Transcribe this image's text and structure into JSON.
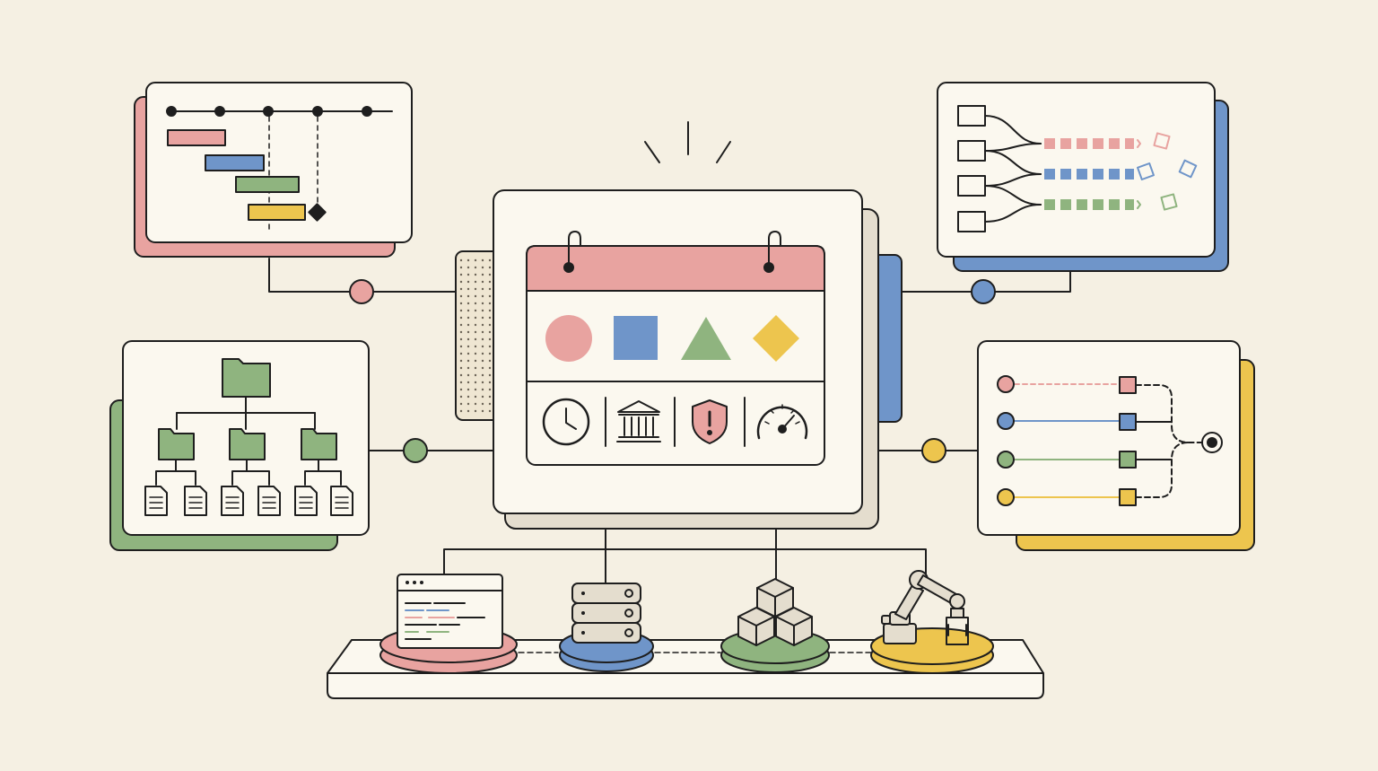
{
  "colors": {
    "background": "#f5f0e3",
    "panel": "#fbf8ef",
    "ink": "#1e1e1e",
    "red": "#e8a3a0",
    "blue": "#6f95c9",
    "green": "#8fb47f",
    "yellow": "#edc54e",
    "shadow": "#e4ddce"
  },
  "panels": {
    "gantt": {
      "accent": "red",
      "icon": "gantt-timeline-icon"
    },
    "pipeline": {
      "accent": "blue",
      "icon": "data-pipeline-icon"
    },
    "folder_tree": {
      "accent": "green",
      "icon": "folder-tree-icon"
    },
    "workflow": {
      "accent": "yellow",
      "icon": "workflow-merge-icon"
    }
  },
  "center_panel": {
    "icon": "calendar-icon",
    "shapes": [
      "circle-icon",
      "square-icon",
      "triangle-icon",
      "diamond-icon"
    ],
    "tools": [
      "clock-icon",
      "bank-icon",
      "shield-alert-icon",
      "gauge-icon"
    ]
  },
  "platform": {
    "modules": [
      "code-window-icon",
      "server-stack-icon",
      "cubes-icon",
      "robot-arm-icon"
    ]
  }
}
